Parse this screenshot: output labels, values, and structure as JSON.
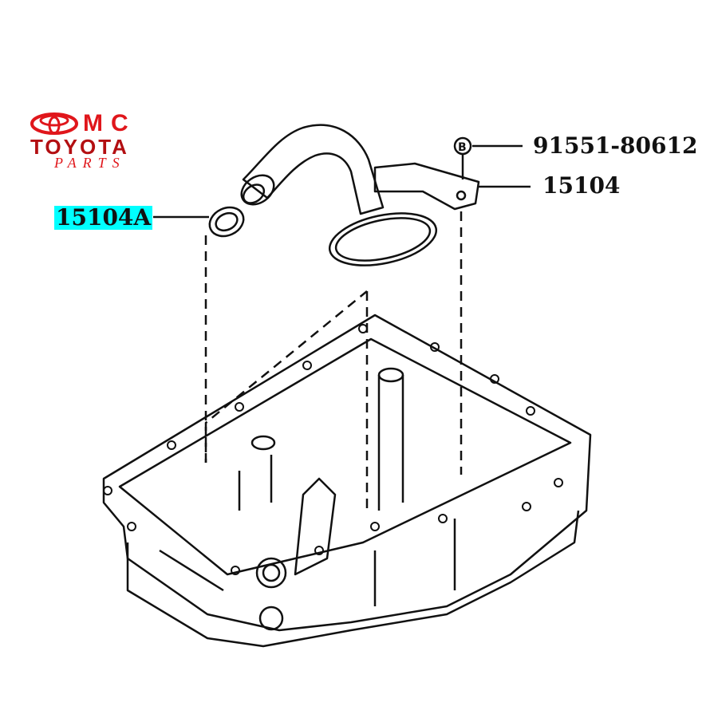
{
  "logo": {
    "top": "MC",
    "brand": "TOYOTA",
    "sub": "PARTS"
  },
  "callouts": {
    "bolt": "91551-80612",
    "strainer": "15104",
    "gasket": "15104A",
    "bolt_symbol": "B"
  },
  "colors": {
    "highlight": "#00ffff",
    "logo_red": "#e0161b",
    "line": "#111111"
  }
}
